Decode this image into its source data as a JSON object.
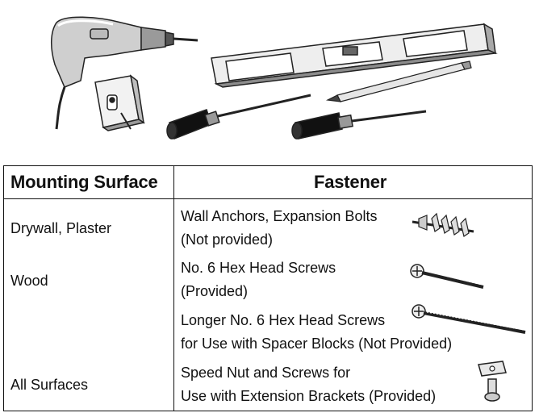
{
  "table": {
    "headers": {
      "surface": "Mounting Surface",
      "fastener": "Fastener"
    },
    "rows": [
      {
        "surface": "Drywall, Plaster",
        "fastener_line1": "Wall Anchors, Expansion Bolts",
        "fastener_line2": "(Not provided)",
        "icon": "wall-anchor-icon"
      },
      {
        "surface": "Wood",
        "fastener_line1": "No. 6 Hex Head Screws",
        "fastener_line2": "(Provided)",
        "icon": "hex-screw-icon"
      },
      {
        "surface": "",
        "fastener_line1": "Longer No. 6 Hex Head Screws",
        "fastener_line2": "for Use with Spacer Blocks (Not Provided)",
        "icon": "long-screw-icon"
      },
      {
        "surface": "All Surfaces",
        "fastener_line1": "Speed Nut and Screws for",
        "fastener_line2": "Use with Extension Brackets (Provided)",
        "icon": "speed-nut-icon"
      }
    ]
  },
  "tools": [
    "drill-icon",
    "tape-measure-icon",
    "level-icon",
    "pencil-icon",
    "screwdriver-icon",
    "screwdriver-icon"
  ]
}
